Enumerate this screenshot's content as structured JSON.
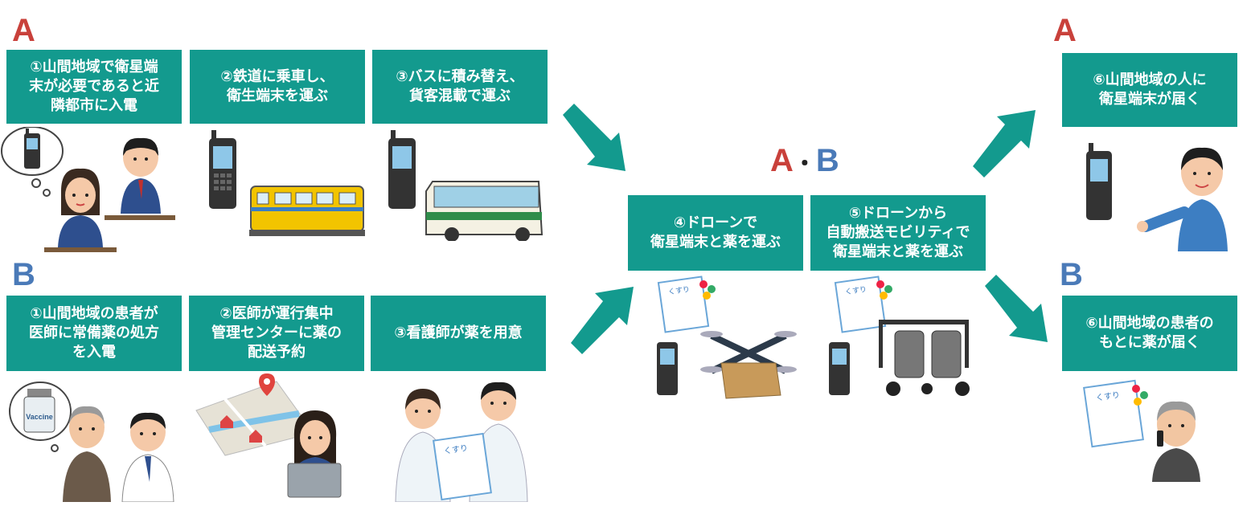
{
  "colors": {
    "letter_a": "#c9413b",
    "letter_b": "#4a7ab8",
    "box": "#139a8e",
    "arrow": "#139a8e"
  },
  "labels": {
    "a_left": "A",
    "b_left": "B",
    "a_right": "A",
    "b_right": "B",
    "ab_a": "A",
    "ab_dot": "・",
    "ab_b": "B"
  },
  "steps": {
    "a1": "①山間地域で衛星端\n末が必要であると近\n隣都市に入電",
    "a2": "②鉄道に乗車し、\n衛生端末を運ぶ",
    "a3": "③バスに積み替え、\n貨客混載で運ぶ",
    "b1": "①山間地域の患者が\n医師に常備薬の処方\nを入電",
    "b2": "②医師が運行集中\n管理センターに薬の\n配送予約",
    "b3": "③看護師が薬を用意",
    "s4": "④ドローンで\n衛星端末と薬を運ぶ",
    "s5": "⑤ドローンから\n自動搬送モビリティで\n衛星端末と薬を運ぶ",
    "a6": "⑥山間地域の人に\n衛星端末が届く",
    "b6": "⑥山間地域の患者の\nもとに薬が届く"
  },
  "illustrations": {
    "vaccine_label": "Vaccine",
    "medicine_bag_label": "くすり",
    "icons": [
      "phone-icon",
      "operator-icon",
      "train-icon",
      "bus-icon",
      "drone-icon",
      "mobility-icon",
      "person-icon",
      "doctor-icon",
      "map-icon",
      "nurse-icon",
      "medicine-bag-icon",
      "patient-icon"
    ]
  }
}
